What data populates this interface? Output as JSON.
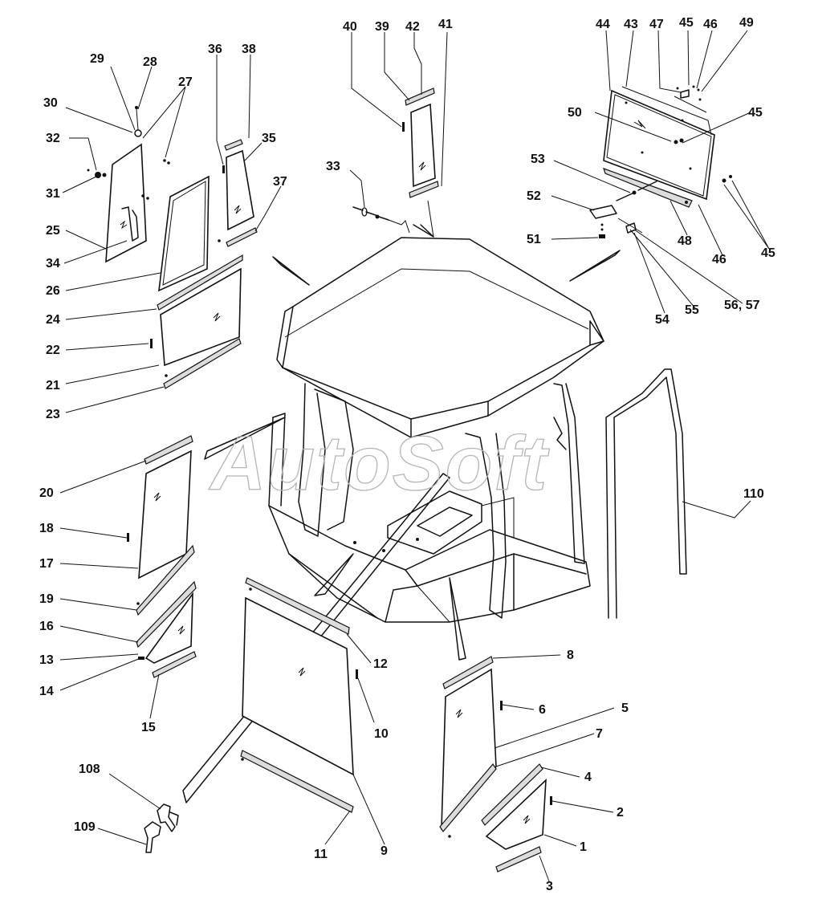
{
  "watermark": {
    "text": "AutoSoft"
  },
  "part_numbers": [
    "40",
    "39",
    "42",
    "41",
    "44",
    "43",
    "47",
    "45",
    "46",
    "49",
    "29",
    "28",
    "27",
    "30",
    "36",
    "38",
    "35",
    "32",
    "31",
    "25",
    "34",
    "26",
    "24",
    "22",
    "21",
    "23",
    "33",
    "37",
    "50",
    "45",
    "53",
    "52",
    "51",
    "48",
    "46",
    "45",
    "54",
    "55",
    "56, 57",
    "20",
    "18",
    "17",
    "19",
    "16",
    "13",
    "14",
    "15",
    "110",
    "12",
    "10",
    "11",
    "9",
    "108",
    "109",
    "8",
    "6",
    "5",
    "7",
    "4",
    "2",
    "1",
    "3"
  ],
  "colors": {
    "line": "#111111",
    "seal": "#dcdcdc",
    "watermark": "#b5b5b5",
    "background": "#ffffff"
  }
}
